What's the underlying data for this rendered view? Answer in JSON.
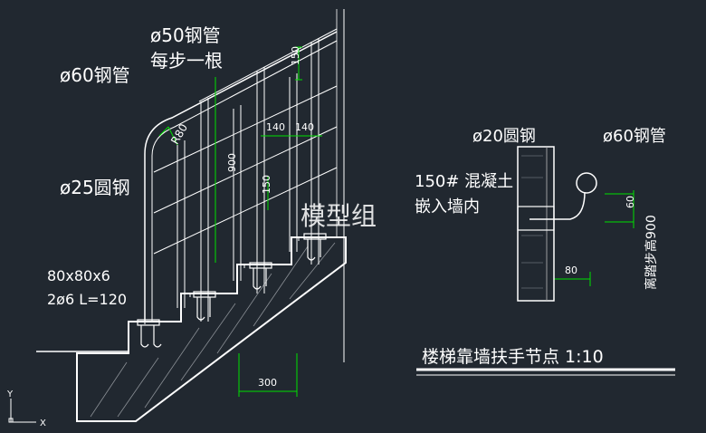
{
  "drawing": {
    "labels": {
      "pipe50": "ø50钢管",
      "per_step": "每步一根",
      "pipe60_left": "ø60钢管",
      "rod25": "ø25圆钢",
      "plate": "80x80x6",
      "anchor": "2ø6 L=120",
      "radius": "R80",
      "rod20": "ø20圆钢",
      "pipe60_right": "ø60钢管",
      "concrete": "150# 混凝土",
      "embed": "嵌入墙内",
      "height_note": "离踏步高900",
      "watermark": "模型组"
    },
    "dims": {
      "d150_top": "150",
      "d140_a": "140",
      "d140_b": "140",
      "d900": "900",
      "d150_mid": "150",
      "d300": "300",
      "d60": "60",
      "d80": "80"
    },
    "title": "楼梯靠墙扶手节点 1:10",
    "ucs": {
      "x": "X",
      "y": "Y"
    }
  }
}
